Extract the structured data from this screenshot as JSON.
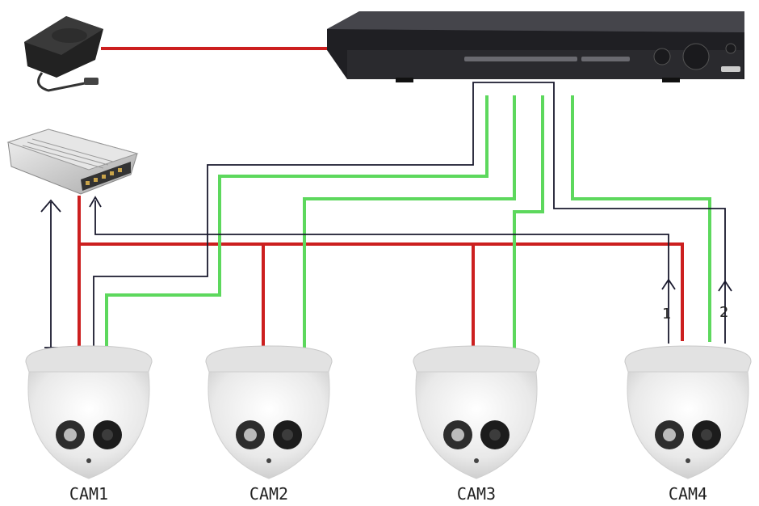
{
  "cameras": [
    {
      "label": "CAM1"
    },
    {
      "label": "CAM2"
    },
    {
      "label": "CAM3"
    },
    {
      "label": "CAM4"
    }
  ],
  "markers": {
    "one": "1",
    "two": "2"
  },
  "colors": {
    "power_wire": "#cc1f1f",
    "video_wire": "#5dd85d",
    "signal_wire": "#1a1a2e",
    "dvr_body": "#2b2b2f",
    "camera_shell": "#efefef"
  },
  "icons": [
    "power-adapter-icon",
    "dvr-recorder-icon",
    "power-supply-unit-icon",
    "dome-camera-icon"
  ]
}
